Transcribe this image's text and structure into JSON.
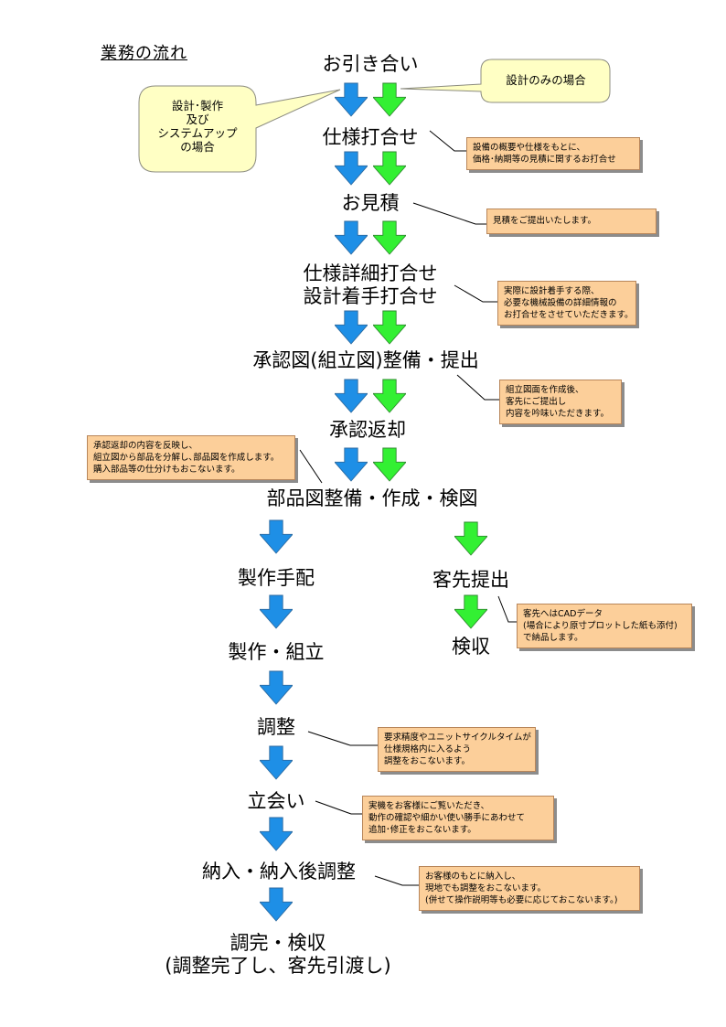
{
  "title": "業務の流れ",
  "steps": {
    "inquiry": "お引き合い",
    "spec_meeting": "仕様打合せ",
    "estimate": "お見積",
    "detail_meeting_1": "仕様詳細打合せ",
    "detail_meeting_2": "設計着手打合せ",
    "approval_drawing": "承認図(組立図)整備・提出",
    "approval_return": "承認返却",
    "parts_drawing": "部品図整備・作成・検図",
    "manufacture_arrange": "製作手配",
    "customer_submit": "客先提出",
    "manufacture_assembly": "製作・組立",
    "acceptance_inspection": "検収",
    "adjustment": "調整",
    "witness": "立会い",
    "delivery": "納入・納入後調整",
    "final_1": "調完・検収",
    "final_2": "(調整完了し、客先引渡し)"
  },
  "callouts": {
    "design_and_system": [
      "設計･製作",
      "及び",
      "システムアップ",
      "の場合"
    ],
    "design_only": "設計のみの場合"
  },
  "notes": {
    "spec_meeting": [
      "設備の概要や仕様をもとに、",
      "価格･納期等の見積に関するお打合せ"
    ],
    "estimate": [
      "見積をご提出いたします。"
    ],
    "detail_meeting": [
      "実際に設計着手する際、",
      "必要な機械設備の詳細情報の",
      "お打合せをさせていただきます。"
    ],
    "approval_drawing": [
      "組立図面を作成後、",
      "客先にご提出し",
      "内容を吟味いただきます。"
    ],
    "parts_drawing": [
      "承認返却の内容を反映し、",
      "組立図から部品を分解し､部品図を作成します。",
      "購入部品等の仕分けもおこないます。"
    ],
    "customer_submit": [
      "客先へはCADデータ",
      "(場合により原寸プロットした紙も添付)",
      "で納品します。"
    ],
    "adjustment": [
      "要求精度やユニットサイクルタイムが",
      "仕様規格内に入るよう",
      "調整をおこないます。"
    ],
    "witness": [
      "実機をお客様にご覧いただき、",
      "動作の確認や細かい使い勝手にあわせて",
      "追加･修正をおこないます。"
    ],
    "delivery": [
      "お客様のもとに納入し、",
      "現地でも調整をおこないます。",
      "(併せて操作説明等も必要に応じておこないます。)"
    ]
  },
  "colors": {
    "blue_arrow": "#1e8fe6",
    "green_arrow": "#33f033",
    "note_fill": "#fccf9a",
    "bubble_fill": "#ffffc4"
  }
}
